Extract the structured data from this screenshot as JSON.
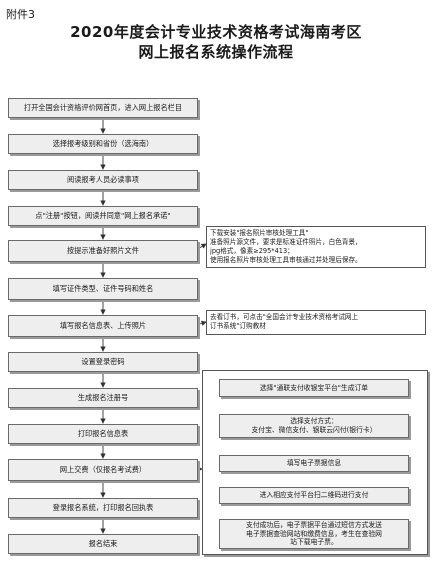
{
  "annex": "附件3",
  "title_line1": "2020年度会计专业技术资格考试海南考区",
  "title_line2": "网上报名系统操作流程",
  "steps": [
    "打开全国会计资格评价网首页，进入网上报名栏目",
    "选择报考级别和省份（选海南）",
    "阅读报考人员必读事项",
    "点\"注册\"按钮，阅读并同意\"网上报名承诺\"",
    "按提示准备好照片文件",
    "填写证件类型、证件号码和姓名",
    "填写报名信息表、上传照片",
    "设置登录密码",
    "生成报名注册号",
    "打印报名信息表",
    "网上交费（仅报名考试费）",
    "登录报名系统，打印报名回执表",
    "报名结束"
  ],
  "photo_note": [
    "下载安装\"报名照片审核处理工具\"",
    "准备照片源文件，要求是标准证件照片，白色背景，",
    "jpg格式，像素≥295*413；",
    "使用报名照片审核处理工具审核通过并处理后保存。"
  ],
  "book_note": [
    "去看订书，可点击\"全国会计专业技术资格考试网上",
    "订书系统\"订购教材"
  ],
  "payment_steps": [
    [
      "选择\"通联支付收银宝平台\"生成订单"
    ],
    [
      "选择支付方式：",
      "支付宝、微信支付、银联云闪付(银行卡）"
    ],
    [
      "填写电子票据信息"
    ],
    [
      "进入相应支付平台扫二维码进行支付"
    ],
    [
      "支付成功后，电子票据平台通过短信方式发送",
      "电子票据查验网站和缴费信息，考生在查验网",
      "站下载电子票。"
    ]
  ]
}
